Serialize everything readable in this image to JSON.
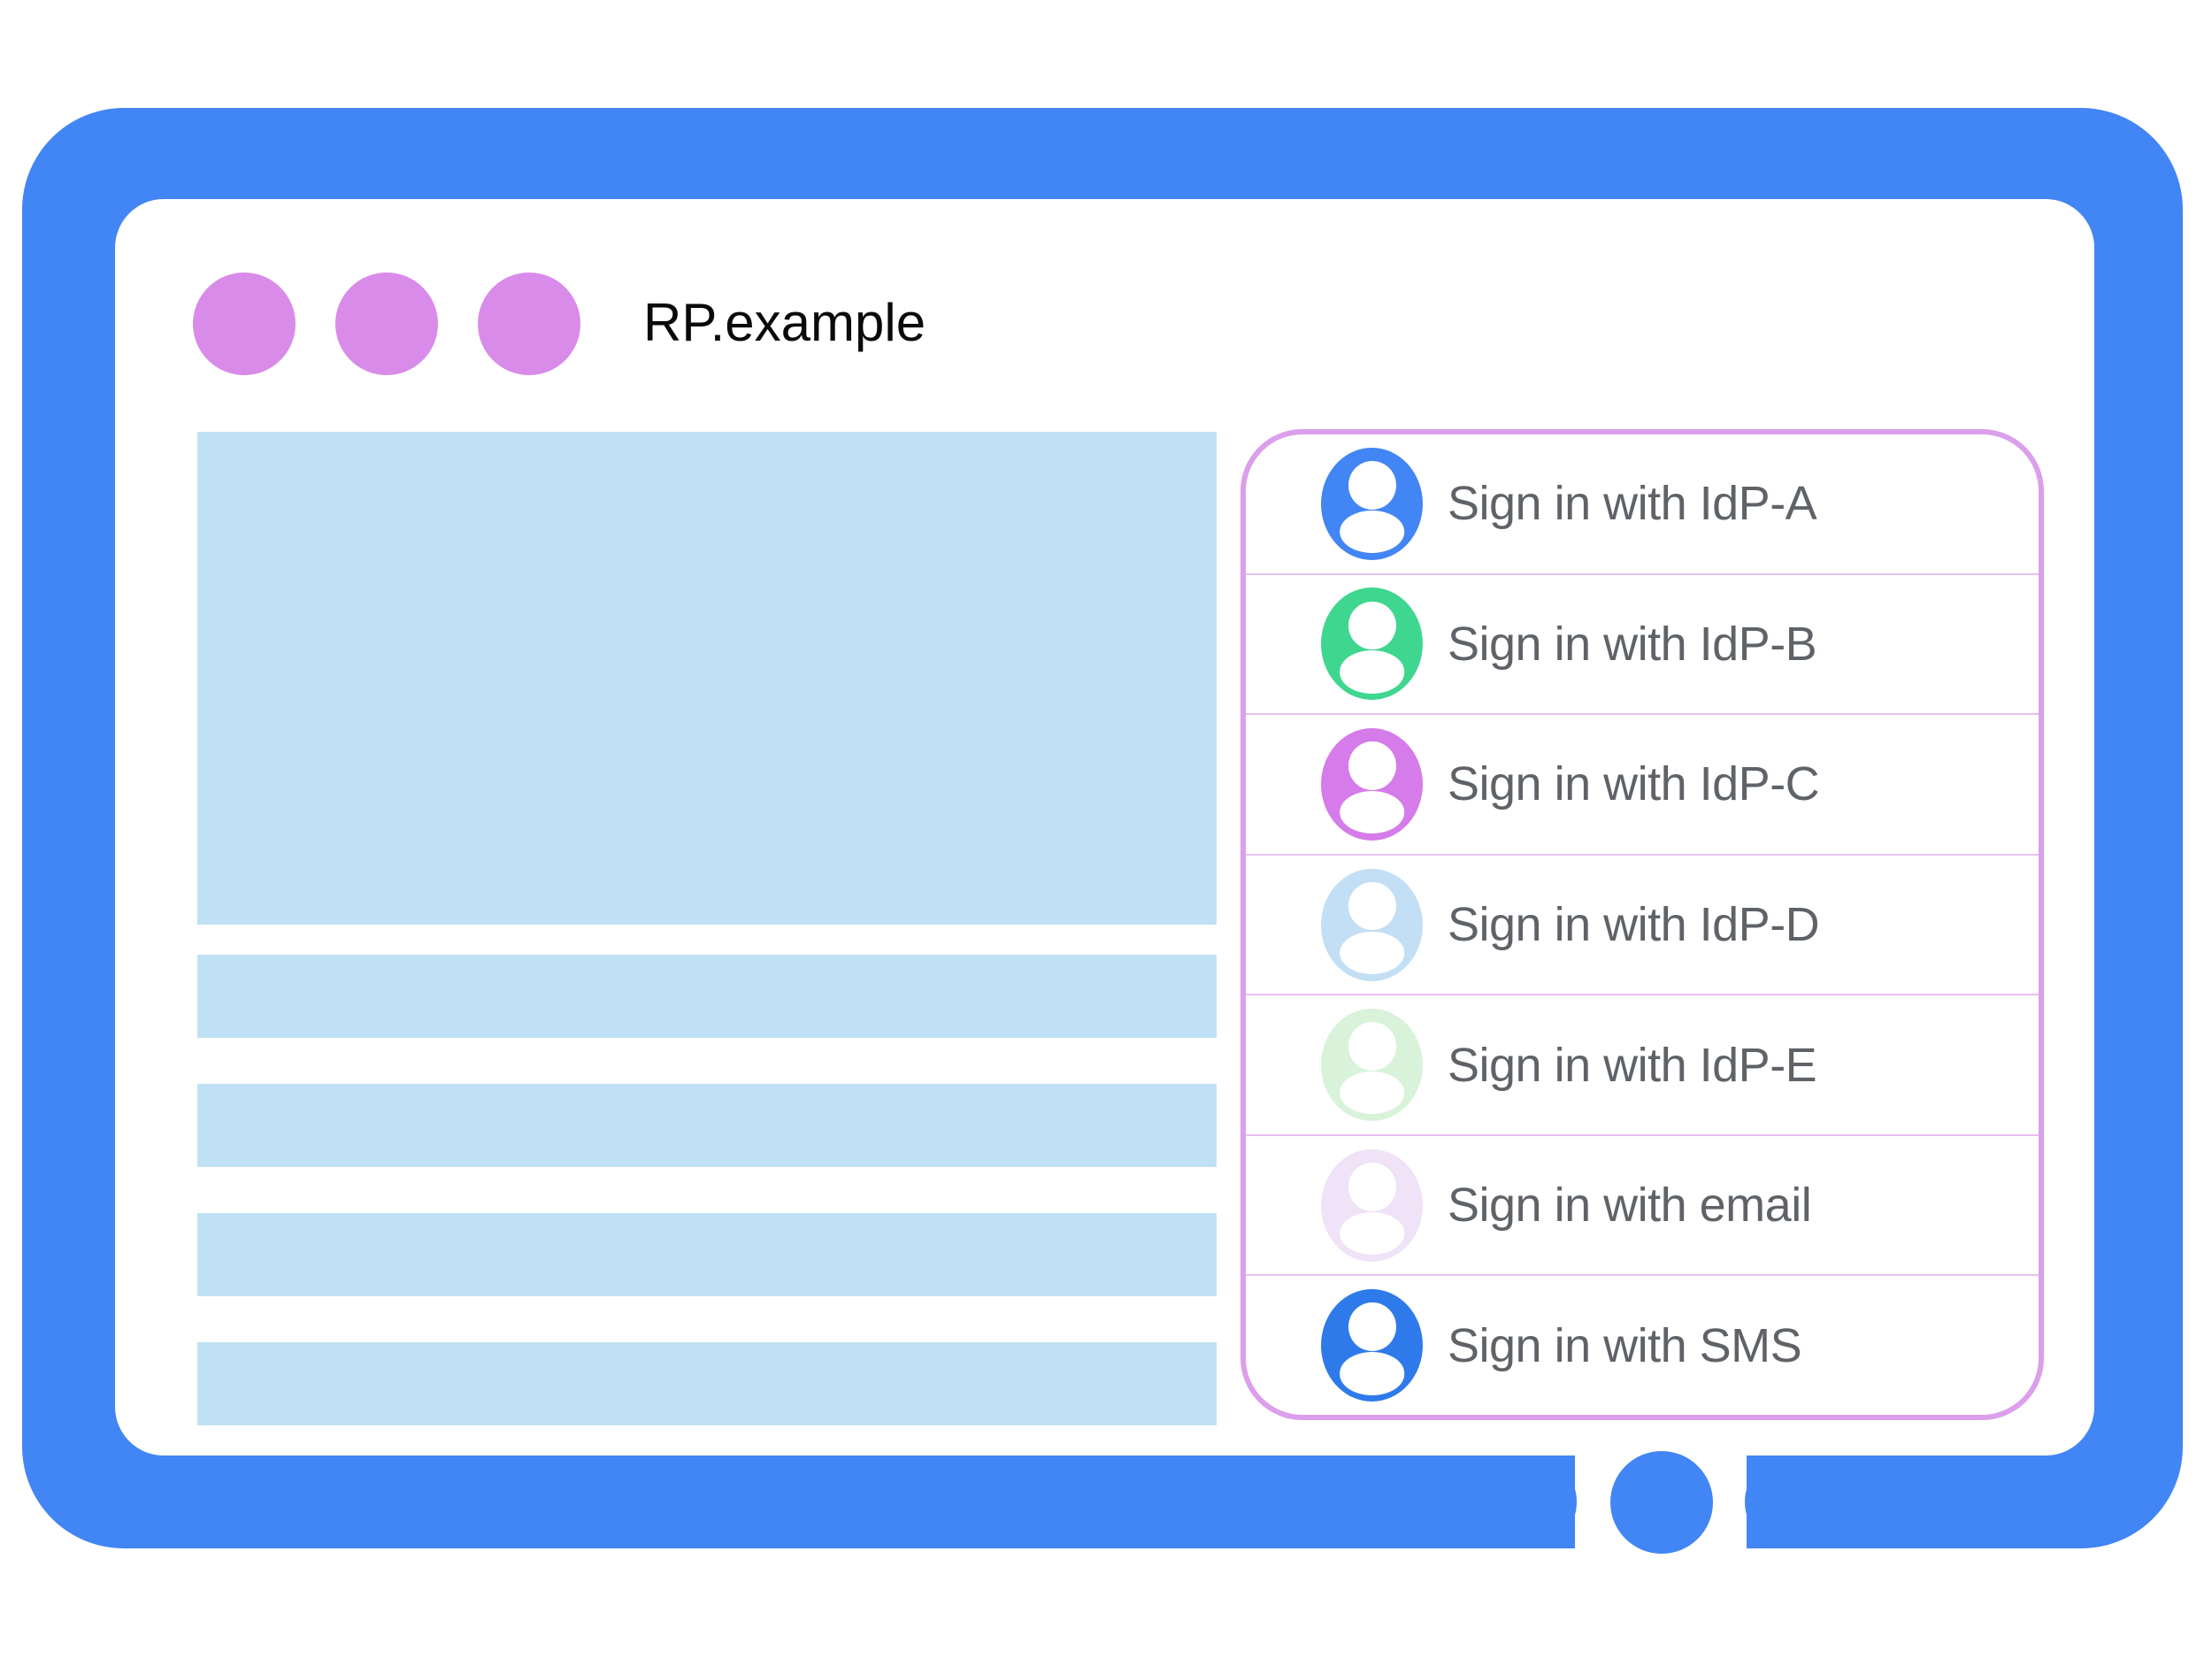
{
  "window": {
    "title": "RP.example",
    "controls": {
      "count": 3,
      "icon": "window-control-dot-icon",
      "color": "#D98BE9"
    }
  },
  "content": {
    "hero_placeholder": {
      "color": "#C0E1F5"
    },
    "text_bar_placeholders": {
      "count": 4,
      "color": "#C0E1F5"
    }
  },
  "signin_panel": {
    "border_color": "#DB9FEB",
    "divider_color": "#E9BFF2",
    "label_color": "#5F6368",
    "options": [
      {
        "id": "idp-a",
        "label": "Sign in with IdP-A",
        "icon": "user-avatar-icon",
        "avatar_color": "#4285F4"
      },
      {
        "id": "idp-b",
        "label": "Sign in with IdP-B",
        "icon": "user-avatar-icon",
        "avatar_color": "#3FD690"
      },
      {
        "id": "idp-c",
        "label": "Sign in with IdP-C",
        "icon": "user-avatar-icon",
        "avatar_color": "#D67BEA"
      },
      {
        "id": "idp-d",
        "label": "Sign in with IdP-D",
        "icon": "user-avatar-icon",
        "avatar_color": "#C2DFF5"
      },
      {
        "id": "idp-e",
        "label": "Sign in with IdP-E",
        "icon": "user-avatar-icon",
        "avatar_color": "#D9F3DA"
      },
      {
        "id": "email",
        "label": "Sign in with email",
        "icon": "user-avatar-icon",
        "avatar_color": "#F0E2F7"
      },
      {
        "id": "sms",
        "label": "Sign in with SMS",
        "icon": "user-avatar-icon",
        "avatar_color": "#2F7AEA"
      }
    ]
  },
  "frame": {
    "color": "#4285F4",
    "home_button_icon": "home-button-circle-icon"
  }
}
